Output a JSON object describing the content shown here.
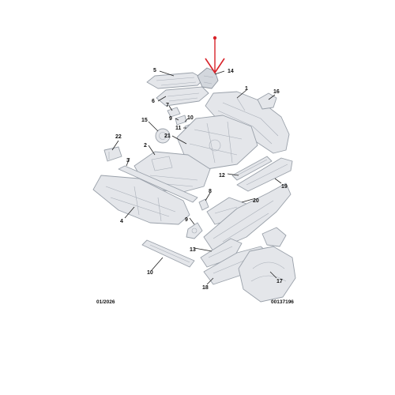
{
  "diagram": {
    "callouts": [
      "1",
      "2",
      "3",
      "4",
      "5",
      "6",
      "7",
      "8",
      "9",
      "10",
      "11",
      "12",
      "13",
      "14",
      "15",
      "16",
      "17",
      "18",
      "19",
      "20",
      "21",
      "22"
    ],
    "footer_left": "01/2026",
    "footer_right": "00137196",
    "highlight_color": "#d8232a",
    "highlighted_part": "14"
  }
}
